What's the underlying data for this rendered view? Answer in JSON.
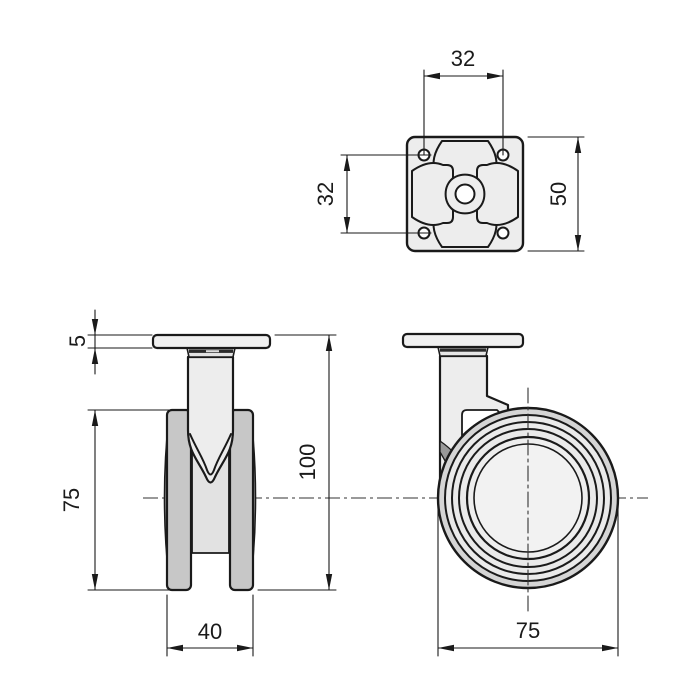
{
  "drawing": {
    "kind": "technical-drawing",
    "subject": "twin-wheel furniture caster with mounting plate",
    "line_color": "#1a1a1a",
    "fill_light": "#ededed",
    "fill_mid": "#c7c7c7",
    "fill_dark": "#a6a6a6",
    "views": {
      "top": {
        "dims": {
          "hole_spacing_horizontal": "32",
          "hole_spacing_vertical": "32",
          "plate_size": "50"
        }
      },
      "front": {
        "dims": {
          "plate_thickness": "5",
          "wheel_diameter": "75",
          "overall_height": "100",
          "overall_width": "40"
        }
      },
      "side": {
        "dims": {
          "wheel_diameter": "75"
        }
      }
    }
  }
}
